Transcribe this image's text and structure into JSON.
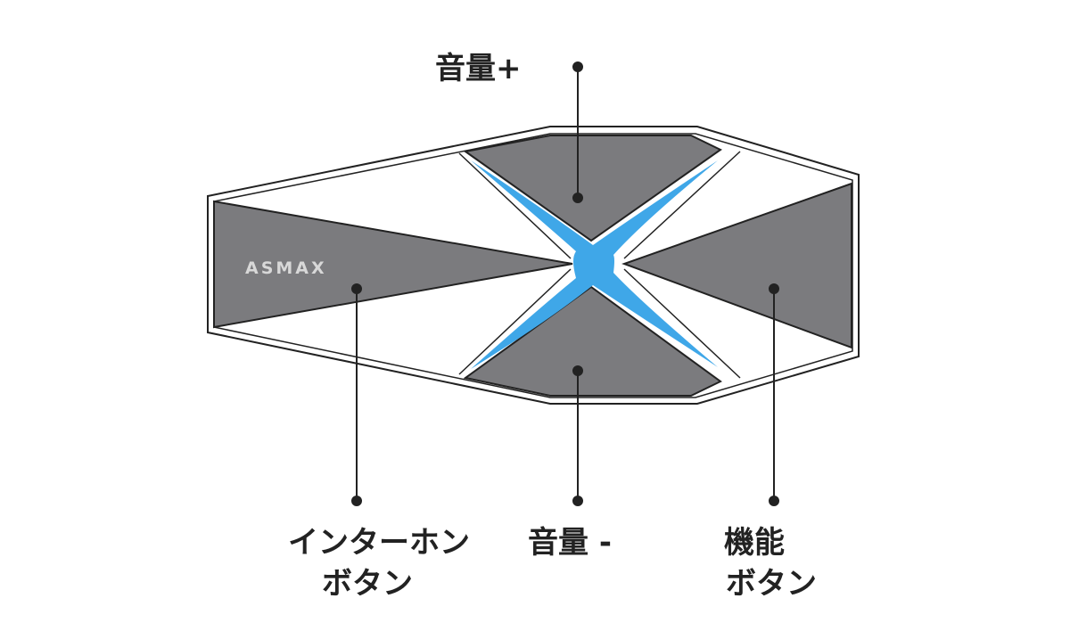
{
  "logo": "ASMAX",
  "labels": {
    "volume_up": "音量+",
    "volume_down": "音量 -",
    "intercom_line1": "インターホン",
    "intercom_line2": "ボタン",
    "function_line1": "機能",
    "function_line2": "ボタン"
  },
  "colors": {
    "button_gray": "#7b7b7e",
    "accent_blue": "#3fa7e8",
    "outline": "#222222"
  }
}
